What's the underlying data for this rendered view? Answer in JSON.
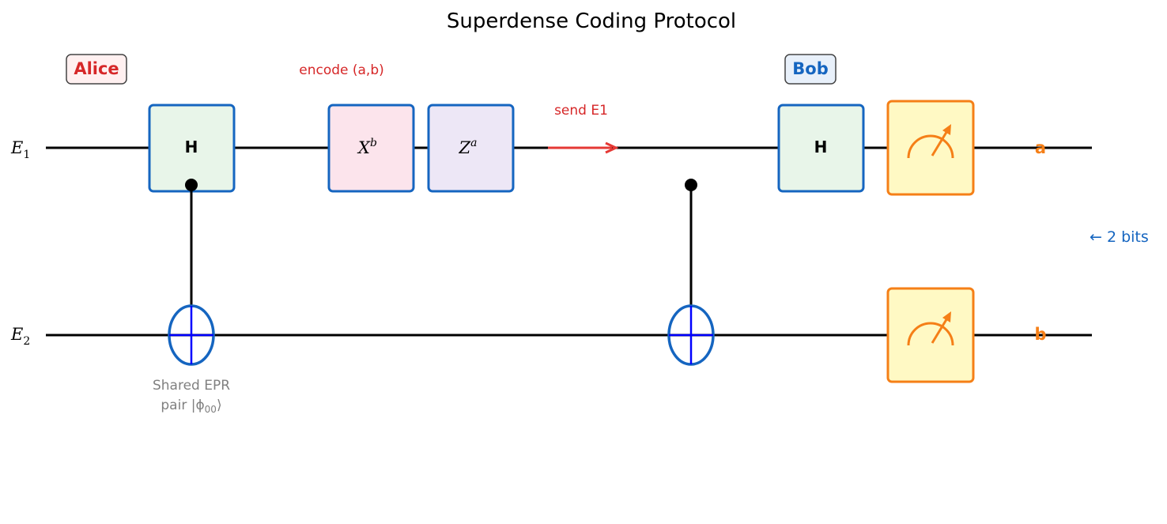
{
  "title": "Superdense Coding Protocol",
  "labels": {
    "alice": "Alice",
    "bob": "Bob",
    "encode": "encode (a,b)",
    "send": "send E1",
    "epr_line1": "Shared EPR",
    "epr_line2": "pair |ϕ",
    "epr_sub": "00",
    "epr_close": "⟩",
    "bits": "← 2 bits"
  },
  "wires": [
    {
      "name": "E",
      "sub": "1",
      "output": "a"
    },
    {
      "name": "E",
      "sub": "2",
      "output": "b"
    }
  ],
  "gates": {
    "h_left": "H",
    "x_gate": {
      "base": "X",
      "sup": "b"
    },
    "z_gate": {
      "base": "Z",
      "sup": "a"
    },
    "h_right": "H"
  },
  "colors": {
    "alice": "#d62728",
    "bob": "#1565c0",
    "gate_border": "#1565c0",
    "h_fill": "#e8f5e9",
    "x_fill": "#fce4ec",
    "z_fill": "#ede7f6",
    "measure": "#f57f17",
    "measure_fill": "#fff9c4",
    "wire": "#000000",
    "note": "#808080"
  },
  "icons": [
    "meter-icon",
    "arrow-right-icon",
    "cnot-target-icon",
    "control-dot-icon"
  ]
}
